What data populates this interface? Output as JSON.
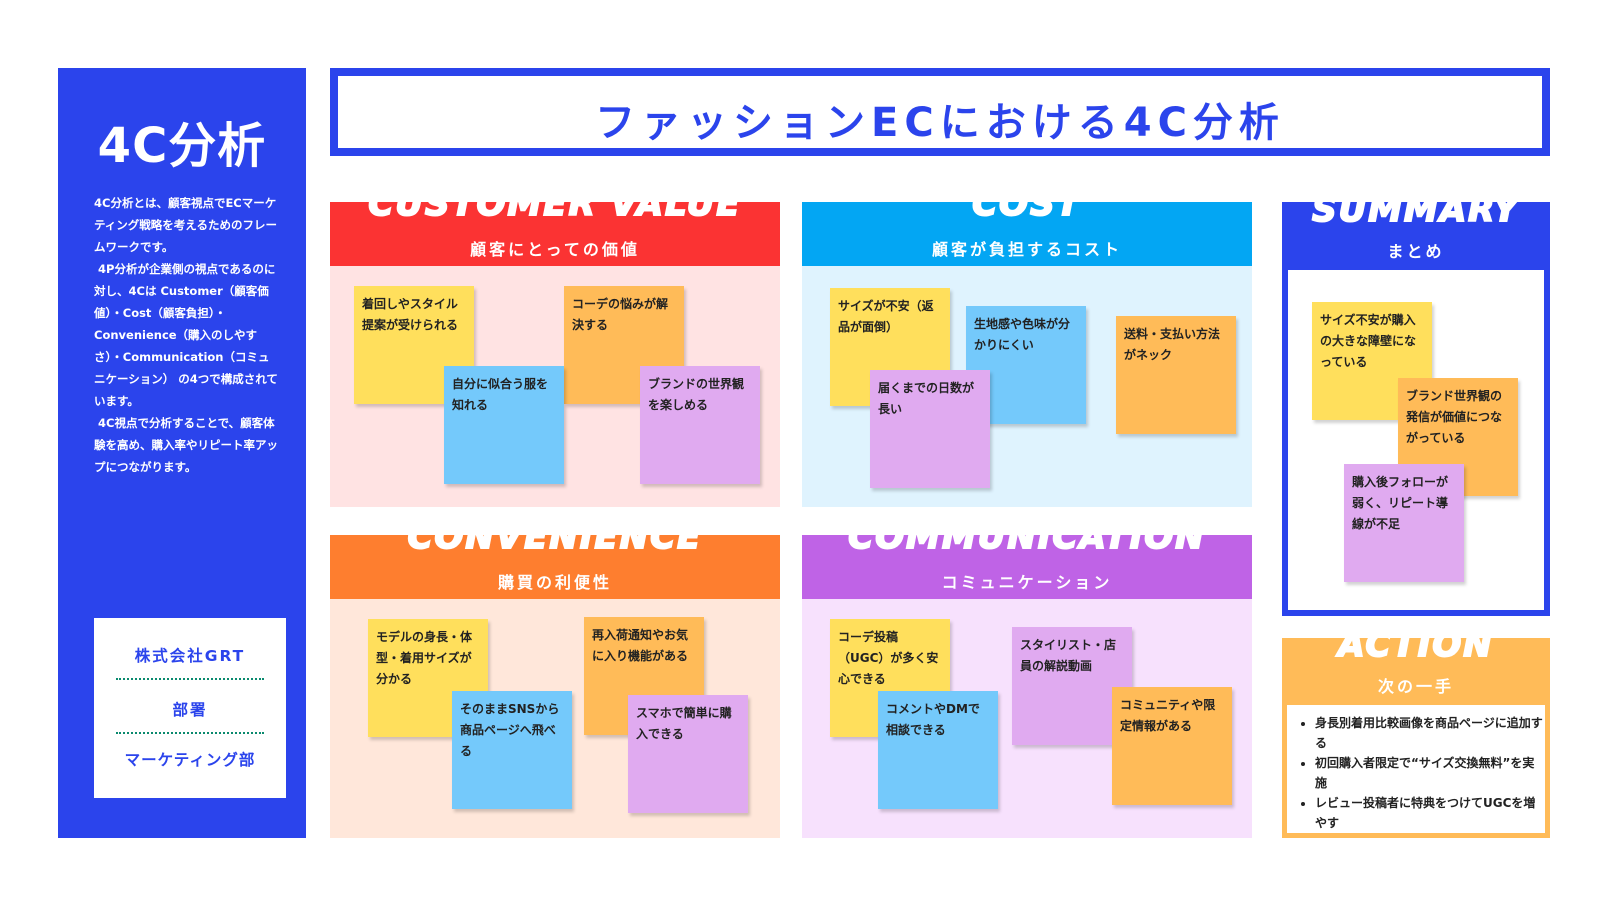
{
  "sidebar": {
    "title": "4C分析",
    "description": "4C分析とは、顧客視点でECマーケティング戦略を考えるためのフレームワークです。\n 4P分析が企業側の視点であるのに対し、4Cは Customer（顧客価値）・Cost（顧客負担）・Convenience（購入のしやすさ）・Communication（コミュニケーション） の4つで構成されています。\n 4C視点で分析することで、顧客体験を高め、購入率やリピート率アップにつながります。",
    "company": "株式会社GRT",
    "department_label": "部署",
    "department": "マーケティング部"
  },
  "main_title": "ファッションECにおける4C分析",
  "colors": {
    "brand_blue": "#2b44ec",
    "customer_head": "#fb3333",
    "customer_body": "#ffe3e3",
    "cost_head": "#03a6f3",
    "cost_body": "#dff3fe",
    "convenience_head": "#fe7e2f",
    "convenience_body": "#ffe7da",
    "communication_head": "#bf63e6",
    "communication_body": "#f7e1fd",
    "note_yellow": "#ffdf5c",
    "note_orange": "#ffbb58",
    "note_blue": "#74c9fb",
    "note_purple": "#e0aaf0"
  },
  "customer": {
    "title_en": "CUSTOMER VALUE",
    "title_jp": "顧客にとっての価値",
    "notes": [
      "着回しやスタイル提案が受けられる",
      "コーデの悩みが解決する",
      "自分に似合う服を知れる",
      "ブランドの世界観を楽しめる"
    ]
  },
  "cost": {
    "title_en": "COST",
    "title_jp": "顧客が負担するコスト",
    "notes": [
      "サイズが不安（返品が面倒）",
      "生地感や色味が分かりにくい",
      "送料・支払い方法がネック",
      "届くまでの日数が長い"
    ]
  },
  "convenience": {
    "title_en": "CONVENIENCE",
    "title_jp": "購買の利便性",
    "notes": [
      "モデルの身長・体型・着用サイズが分かる",
      "再入荷通知やお気に入り機能がある",
      "そのままSNSから商品ページへ飛べる",
      "スマホで簡単に購入できる"
    ]
  },
  "communication": {
    "title_en": "COMMUNICATION",
    "title_jp": "コミュニケーション",
    "notes": [
      "コーデ投稿（UGC）が多く安心できる",
      "スタイリスト・店員の解説動画",
      "コメントやDMで相談できる",
      "コミュニティや限定情報がある"
    ]
  },
  "summary": {
    "title_en": "SUMMARY",
    "title_jp": "まとめ",
    "notes": [
      "サイズ不安が購入の大きな障壁になっている",
      "ブランド世界観の発信が価値につながっている",
      "購入後フォローが弱く、リピート導線が不足"
    ]
  },
  "action": {
    "title_en": "ACTION",
    "title_jp": "次の一手",
    "items": [
      "身長別着用比較画像を商品ページに追加する",
      "初回購入者限定で“サイズ交換無料”を実施",
      "レビュー投稿者に特典をつけてUGCを増やす"
    ]
  }
}
